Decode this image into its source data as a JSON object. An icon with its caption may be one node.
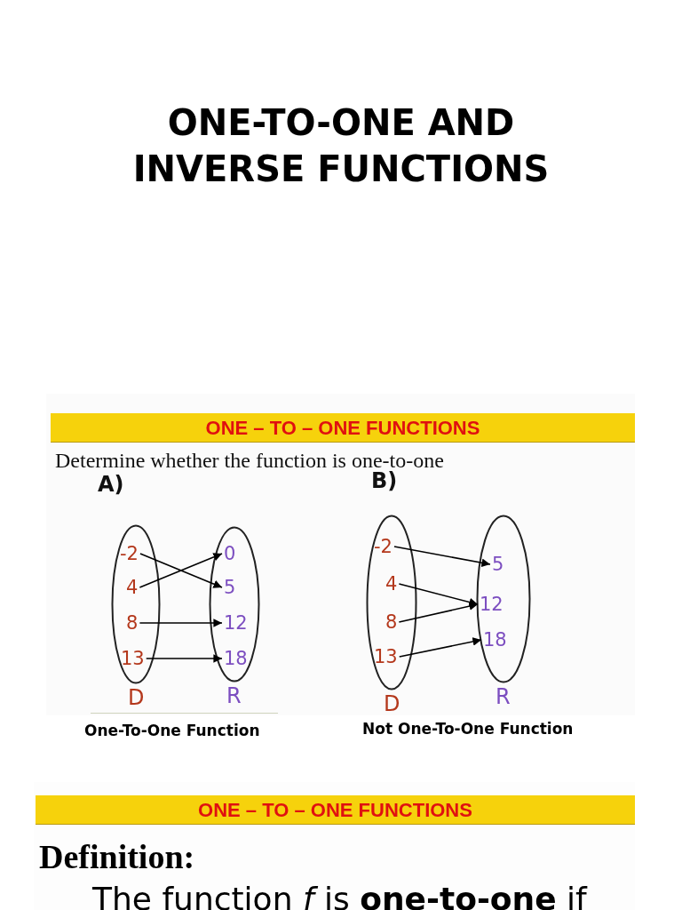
{
  "diagram": {
    "title": "ONE-TO-ONE AND INVERSE FUNCTIONS",
    "nodes": [
      {
        "text": [],
        "shape": "ellipse",
        "beside": [
          "D"
        ]
      },
      {
        "text": [
          "-2"
        ],
        "in": 0
      },
      {
        "text": [
          "4"
        ],
        "in": 0
      },
      {
        "text": [
          "8"
        ],
        "in": 0
      },
      {
        "text": [
          "13"
        ],
        "in": 0
      },
      {
        "text": [],
        "shape": "ellipse",
        "beside": [
          "R"
        ]
      },
      {
        "text": [
          "0"
        ],
        "in": 5
      },
      {
        "text": [
          "5"
        ],
        "in": 5
      },
      {
        "text": [
          "12"
        ],
        "in": 5
      },
      {
        "text": [
          "18"
        ],
        "in": 5
      },
      {
        "text": [],
        "shape": "ellipse",
        "beside": [
          "D"
        ]
      },
      {
        "text": [
          "-2"
        ],
        "in": 10
      },
      {
        "text": [
          "4"
        ],
        "in": 10
      },
      {
        "text": [
          "8"
        ],
        "in": 10
      },
      {
        "text": [
          "13"
        ],
        "in": 10
      },
      {
        "text": [],
        "shape": "ellipse",
        "beside": [
          "R"
        ]
      },
      {
        "text": [
          "5"
        ],
        "in": 15
      },
      {
        "text": [
          "12"
        ],
        "in": 15
      },
      {
        "text": [
          "18"
        ],
        "in": 15
      }
    ],
    "edges": [
      {
        "from": 1,
        "to": 7,
        "arrow": "to"
      },
      {
        "from": 2,
        "to": 6,
        "arrow": "to"
      },
      {
        "from": 3,
        "to": 8,
        "arrow": "to"
      },
      {
        "from": 4,
        "to": 9,
        "arrow": "to"
      },
      {
        "from": 11,
        "to": 16,
        "arrow": "to"
      },
      {
        "from": 12,
        "to": 17,
        "arrow": "to"
      },
      {
        "from": 13,
        "to": 17,
        "arrow": "to"
      },
      {
        "from": 14,
        "to": 18,
        "arrow": "to"
      }
    ],
    "labels": [
      "ONE – TO – ONE FUNCTIONS",
      "Determine whether the function is one-to-one",
      "A)",
      "B)",
      "One-To-One Function",
      "Not One-To-One Function",
      "ONE – TO – ONE FUNCTIONS",
      "Definition:",
      "The function *f* is **one-to-one** if"
    ]
  }
}
